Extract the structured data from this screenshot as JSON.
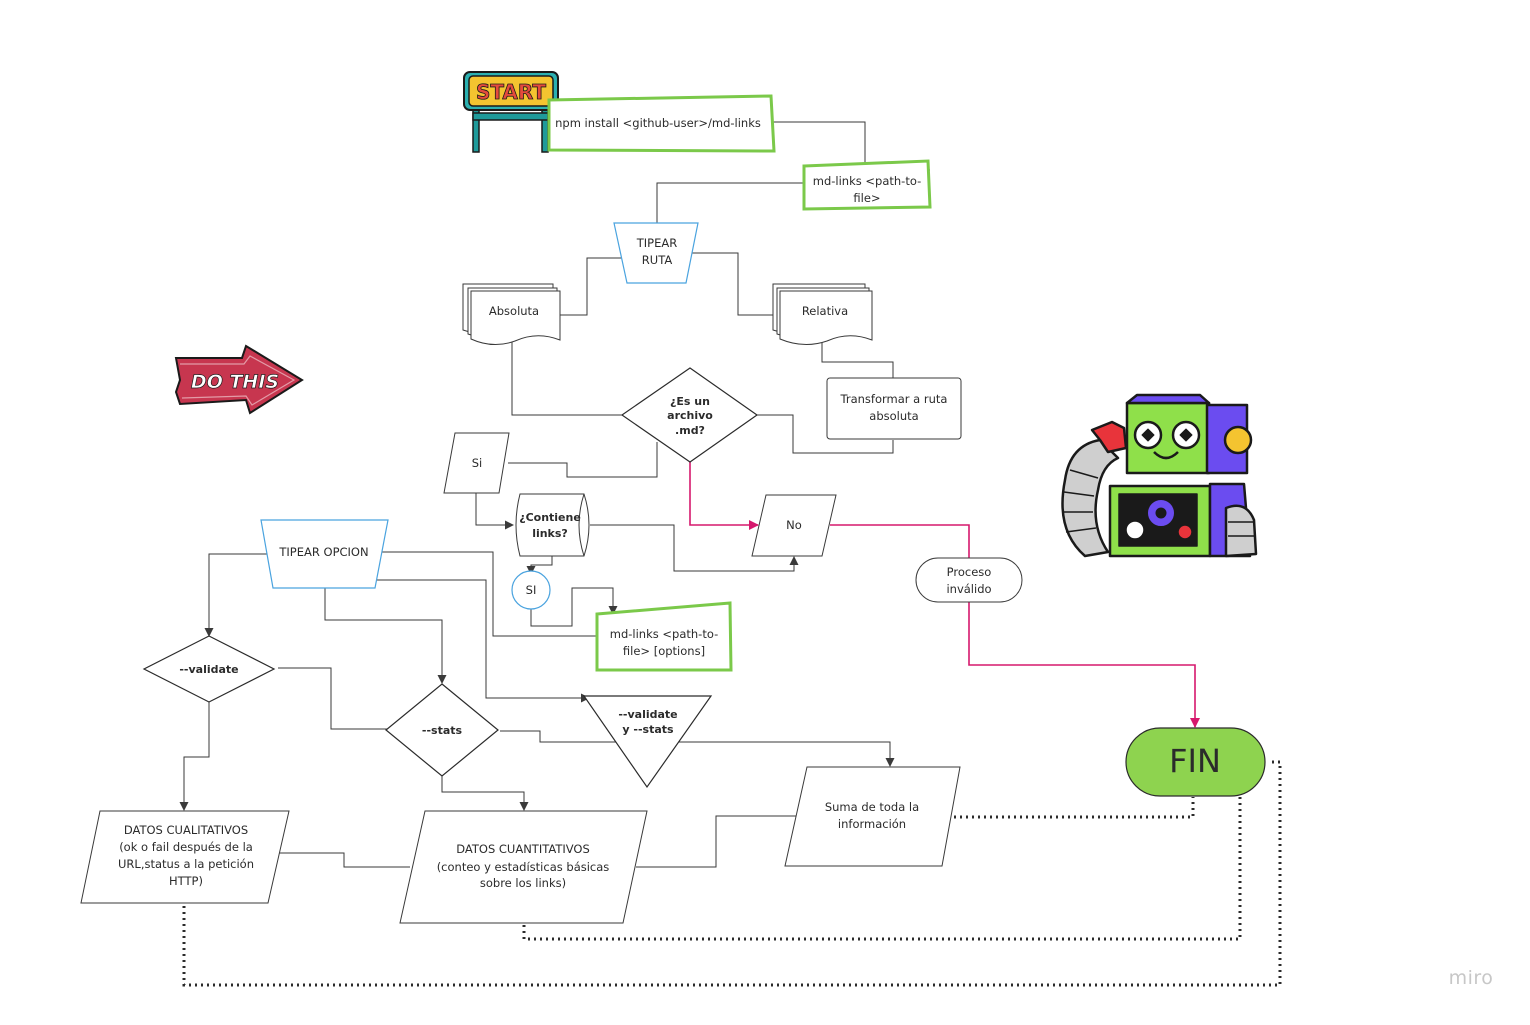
{
  "board": {
    "watermark": "miro",
    "start_sign": "START",
    "do_this_sign": "DO THIS"
  },
  "nodes": {
    "npm_install": "npm install <github-user>/md-links",
    "md_links_path": [
      "md-links <path-to-",
      "file>"
    ],
    "tipear_ruta": [
      "TIPEAR",
      "RUTA"
    ],
    "absoluta": "Absoluta",
    "relativa": "Relativa",
    "transformar": [
      "Transformar a ruta",
      "absoluta"
    ],
    "es_md": [
      "¿Es un",
      "archivo",
      ".md?"
    ],
    "si_1": "Si",
    "contiene_links": [
      "¿Contiene",
      "links?"
    ],
    "no": "No",
    "proceso_invalido": [
      "Proceso",
      "inválido"
    ],
    "si_2": "SI",
    "tipear_opcion": "TIPEAR OPCION",
    "md_links_options": [
      "md-links <path-to-",
      "file> [options]"
    ],
    "validate": "--validate",
    "stats": "--stats",
    "validate_stats": [
      "--validate",
      "y --stats"
    ],
    "datos_cualitativos": [
      "DATOS CUALITATIVOS",
      "(ok o fail después de la",
      "URL,status a la petición",
      "HTTP)"
    ],
    "datos_cuantitativos": [
      "DATOS CUANTITATIVOS",
      "(conteo y estadísticas básicas",
      "sobre los links)"
    ],
    "suma": [
      "Suma de toda la",
      "información"
    ],
    "fin": "FIN"
  },
  "colors": {
    "green_border": "#7bc94a",
    "blue_border": "#4aa3df",
    "magenta": "#d6186d",
    "fin_fill": "#8ed34f",
    "line": "#3a3a3a",
    "robot_green": "#8fe04a",
    "robot_purple": "#6b4cf0",
    "start_red": "#e54b3c",
    "arrow_red": "#c7364f"
  }
}
